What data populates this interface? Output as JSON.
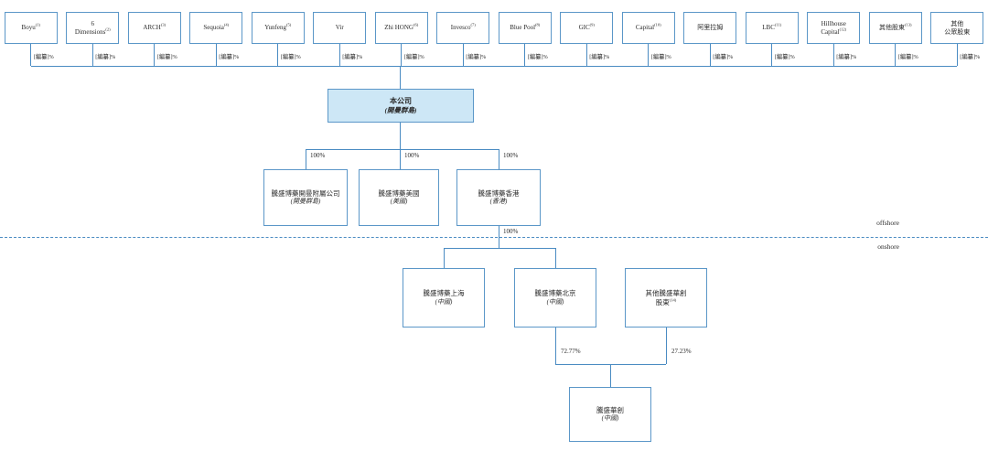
{
  "diagram": {
    "type": "corporate-shareholding-structure",
    "shareholders": [
      {
        "name": "Boyu",
        "sup": "(1)",
        "stake": "[編纂]%"
      },
      {
        "name": "6\nDimensions",
        "sup": "(2)",
        "stake": "[編纂]%"
      },
      {
        "name": "ARCH",
        "sup": "(3)",
        "stake": "[編纂]%"
      },
      {
        "name": "Sequoia",
        "sup": "(4)",
        "stake": "[編纂]%"
      },
      {
        "name": "Yunfeng",
        "sup": "(5)",
        "stake": "[編纂]%"
      },
      {
        "name": "Vir",
        "sup": "",
        "stake": "[編纂]%"
      },
      {
        "name": "Zhi HONG",
        "sup": "(6)",
        "stake": "[編纂]%"
      },
      {
        "name": "Invesco",
        "sup": "(7)",
        "stake": "[編纂]%"
      },
      {
        "name": "Blue Pool",
        "sup": "(8)",
        "stake": "[編纂]%"
      },
      {
        "name": "GIC",
        "sup": "(9)",
        "stake": "[編纂]%"
      },
      {
        "name": "Capital",
        "sup": "(10)",
        "stake": "[編纂]%"
      },
      {
        "name": "阿里拉姆",
        "sup": "",
        "stake": "[編纂]%"
      },
      {
        "name": "LBC",
        "sup": "(11)",
        "stake": "[編纂]%"
      },
      {
        "name": "Hillhouse\nCapital",
        "sup": "(12)",
        "stake": "[編纂]%"
      },
      {
        "name": "其他股東",
        "sup": "(13)",
        "stake": "[編纂]%"
      },
      {
        "name": "其他\n公眾股東",
        "sup": "",
        "stake": "[編纂]%"
      }
    ],
    "company": {
      "name": "本公司",
      "location": "(開曼群島)"
    },
    "offshore_subsidiaries": [
      {
        "name": "騰盛博藥開曼附屬公司",
        "location": "(開曼群島)",
        "pct": "100%"
      },
      {
        "name": "騰盛博藥美國",
        "location": "(美國)",
        "pct": "100%"
      },
      {
        "name": "騰盛博藥香港",
        "location": "(香港)",
        "pct": "100%"
      }
    ],
    "onshore_entities": [
      {
        "name": "騰盛博藥上海",
        "location": "(中國)",
        "sup": ""
      },
      {
        "name": "騰盛博藥北京",
        "location": "(中國)",
        "sup": ""
      },
      {
        "name": "其他騰盛華創\n股東",
        "location": "",
        "sup": "(14)"
      }
    ],
    "bottom_entity": {
      "name": "騰盛華創",
      "location": "(中國)"
    },
    "ownership": {
      "redacted": "[編纂]%",
      "hk_to_prc_pct": "100%",
      "beijing_pct": "72.77%",
      "other_pct": "27.23%"
    },
    "region_labels": {
      "offshore": "offshore",
      "onshore": "onshore"
    },
    "colors": {
      "line": "#4a8bc2",
      "box_border": "#5b97c8",
      "company_fill": "#cde7f6",
      "text": "#2b2b2b"
    }
  }
}
